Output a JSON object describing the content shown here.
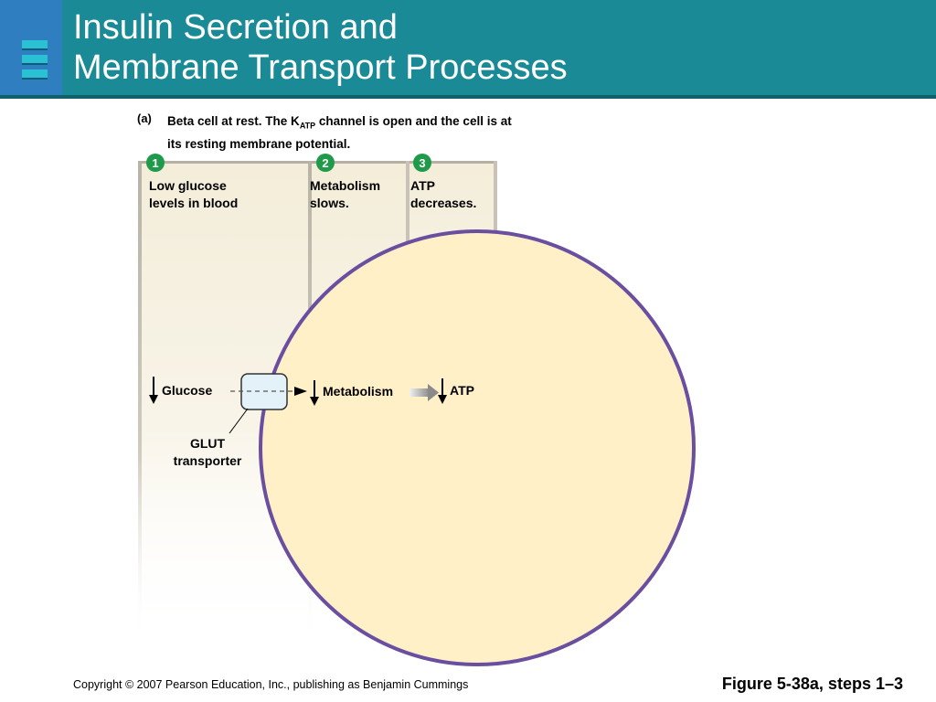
{
  "slide": {
    "title_line1": "Insulin Secretion and",
    "title_line2": "Membrane Transport Processes",
    "panel_label": "(a)",
    "caption_part1": "Beta cell at rest. The K",
    "caption_sub": "ATP",
    "caption_part2": " channel is open and the cell is at its resting membrane potential.",
    "copyright": "Copyright © 2007 Pearson Education, Inc., publishing as Benjamin Cummings",
    "figure_ref": "Figure 5-38a, steps 1–3"
  },
  "steps": [
    {
      "number": "1",
      "line1": "Low glucose",
      "line2": "levels in blood"
    },
    {
      "number": "2",
      "line1": "Metabolism",
      "line2": "slows."
    },
    {
      "number": "3",
      "line1": "ATP",
      "line2": "decreases."
    }
  ],
  "diagram": {
    "glucose_label": "Glucose",
    "metabolism_label": "Metabolism",
    "atp_label": "ATP",
    "transporter_line1": "GLUT",
    "transporter_line2": "transporter"
  },
  "colors": {
    "header": "#1a8a96",
    "step_circle": "#1f9a4a",
    "cell_fill": "#fff0c8",
    "cell_border": "#6a4ea0",
    "transporter_fill": "#e2f2f8"
  }
}
